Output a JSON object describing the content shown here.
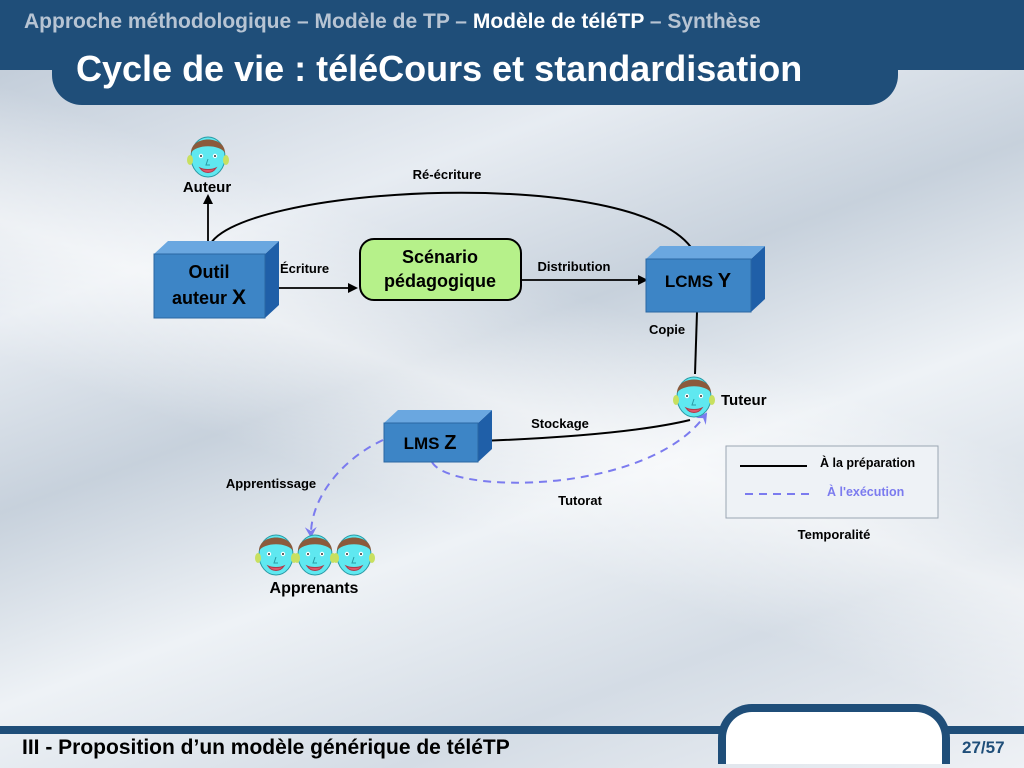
{
  "header": {
    "breadcrumb_1": "Approche méthodologique – Modèle de TP – ",
    "breadcrumb_current": "Modèle de téléTP",
    "breadcrumb_2": " – Synthèse",
    "title": "Cycle de vie : téléCours et standardisation"
  },
  "diagram": {
    "actors": {
      "auteur": "Auteur",
      "tuteur": "Tuteur",
      "apprenants": "Apprenants"
    },
    "nodes": {
      "outil_line1": "Outil",
      "outil_line2": "auteur",
      "outil_var": "X",
      "scenario_line1": "Scénario",
      "scenario_line2": "pédagogique",
      "lcms": "LCMS",
      "lcms_var": "Y",
      "lms": "LMS",
      "lms_var": "Z"
    },
    "edges": {
      "reecriture": "Ré-écriture",
      "ecriture": "Écriture",
      "distribution": "Distribution",
      "copie": "Copie",
      "stockage": "Stockage",
      "tutorat": "Tutorat",
      "apprentissage": "Apprentissage"
    },
    "legend": {
      "preparation": "À la préparation",
      "execution": "À l'exécution",
      "caption": "Temporalité"
    },
    "colors": {
      "box": "#3d85c6",
      "scenario_fill": "#b6f18a",
      "face": "#5fe8f0",
      "hair": "#8b5a3c",
      "execution_line": "#7b7bef",
      "primary": "#1f4e79"
    }
  },
  "footer": {
    "text": "III - Proposition d’un modèle générique de téléTP",
    "page": "27/57"
  }
}
